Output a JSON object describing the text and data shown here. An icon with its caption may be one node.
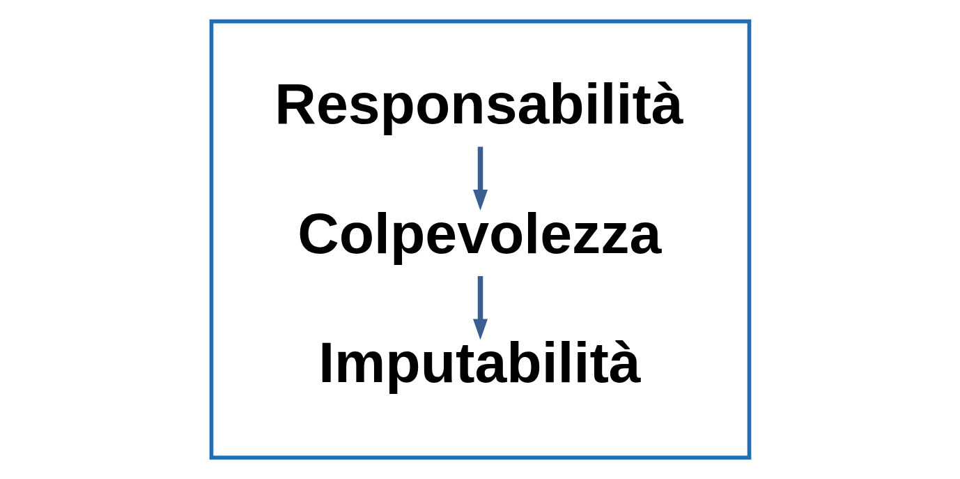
{
  "diagram": {
    "nodes": [
      {
        "text": [],
        "shape": "box"
      },
      {
        "text": [
          "Responsabilità"
        ],
        "in": 0
      },
      {
        "text": [
          "Colpevolezza"
        ],
        "in": 0
      },
      {
        "text": [
          "Imputabilità"
        ],
        "in": 0
      }
    ],
    "edges": [
      {
        "from": 1,
        "to": 2,
        "arrow": "to"
      },
      {
        "from": 2,
        "to": 3,
        "arrow": "to"
      }
    ]
  }
}
